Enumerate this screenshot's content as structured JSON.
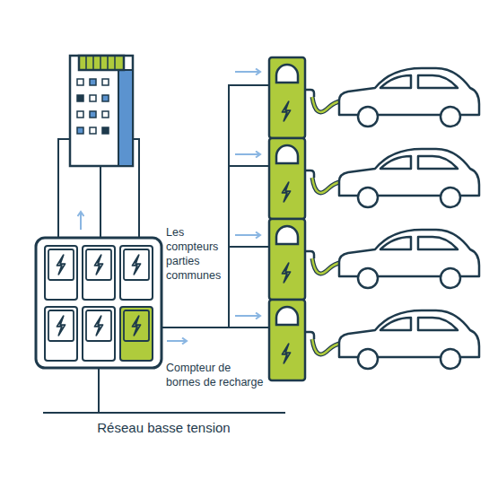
{
  "diagram": {
    "labels": [
      "Les compteurs parties communes",
      "Compteur de bornes de recharge",
      "Réseau basse tension"
    ]
  }
}
